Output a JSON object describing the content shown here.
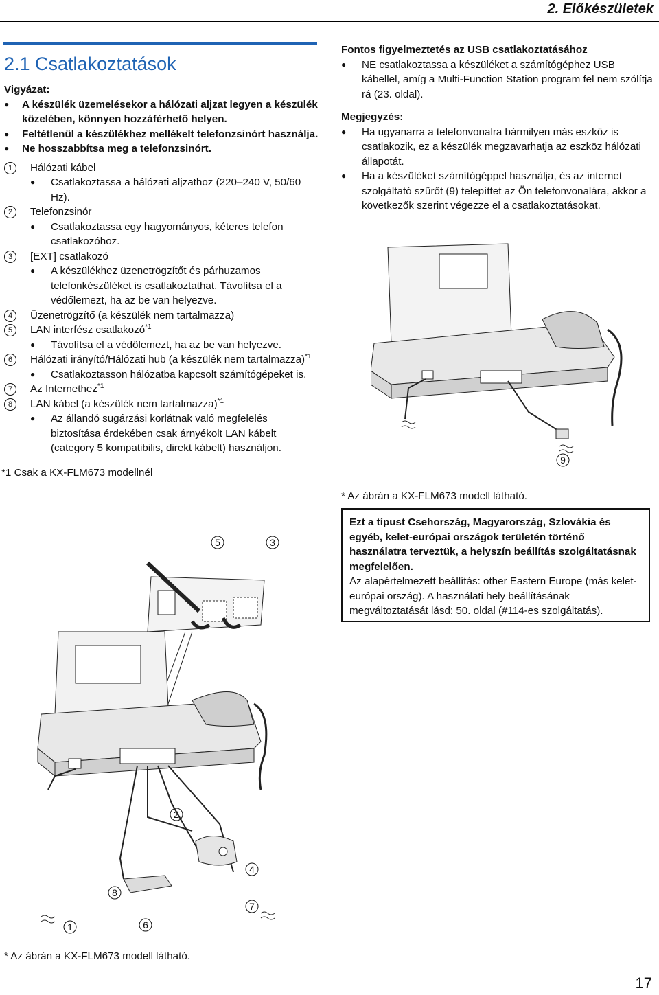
{
  "header": {
    "section": "2. Előkészületek"
  },
  "left": {
    "title": "2.1 Csatlakoztatások",
    "caution_label": "Vigyázat:",
    "caution_items": [
      "A készülék üzemelésekor a hálózati aljzat legyen a készülék közelében, könnyen hozzáférhető helyen.",
      "Feltétlenül a készülékhez mellékelt telefonzsinórt használja.",
      "Ne hosszabbítsa meg a telefonzsinórt."
    ],
    "items": [
      {
        "num": "1",
        "label": "Hálózati kábel",
        "sub": [
          "Csatlakoztassa a hálózati aljzathoz (220–240 V, 50/60 Hz)."
        ]
      },
      {
        "num": "2",
        "label": "Telefonzsinór",
        "sub": [
          "Csatlakoztassa egy hagyományos, kéteres telefon csatlakozóhoz."
        ]
      },
      {
        "num": "3",
        "label": "[EXT] csatlakozó",
        "sub": [
          "A készülékhez üzenetrögzítőt és párhuzamos telefonkészüléket is csatlakoztathat. Távolítsa el a védőlemezt, ha az be van helyezve."
        ]
      },
      {
        "num": "4",
        "label": "Üzenetrögzítő (a készülék nem tartalmazza)",
        "sub": []
      },
      {
        "num": "5",
        "label": "LAN interfész csatlakozó",
        "sup": "*1",
        "sub": [
          "Távolítsa el a védőlemezt, ha az be van helyezve."
        ]
      },
      {
        "num": "6",
        "label": "Hálózati irányító/Hálózati hub (a készülék nem tartalmazza)",
        "sup": "*1",
        "sub": [
          "Csatlakoztasson hálózatba kapcsolt számítógépeket is."
        ]
      },
      {
        "num": "7",
        "label": "Az Internethez",
        "sup": "*1",
        "sub": []
      },
      {
        "num": "8",
        "label": "LAN kábel (a készülék nem tartalmazza)",
        "sup": "*1",
        "sub": [
          "Az állandó sugárzási korlátnak való megfelelés biztosítása érdekében csak árnyékolt LAN kábelt (category 5 kompatibilis, direkt kábelt) használjon."
        ]
      }
    ],
    "footnote": "*1   Csak a KX-FLM673 modellnél",
    "caption": "* Az ábrán a KX-FLM673 modell látható."
  },
  "right": {
    "usb_title": "Fontos figyelmeztetés az USB csatlakoztatásához",
    "usb_items": [
      "NE csatlakoztassa a készüléket a számítógéphez USB kábellel, amíg a Multi-Function Station program fel nem szólítja rá (23. oldal)."
    ],
    "note_label": "Megjegyzés:",
    "note_items": [
      "Ha ugyanarra a telefonvonalra bármilyen más eszköz is csatlakozik, ez a készülék megzavarhatja az eszköz hálózati állapotát.",
      "Ha a készüléket számítógéppel használja, és az internet szolgáltató szűrőt (9) telepíttet az Ön telefonvonalára, akkor a következők szerint végezze el a csatlakoztatásokat."
    ],
    "caption": "* Az ábrán a KX-FLM673 modell látható.",
    "box": {
      "bold_text": "Ezt a típust Csehország, Magyarország, Szlovákia és egyéb, kelet-európai országok területén történő használatra terveztük, a helyszín beállítás szolgáltatásnak megfelelően.",
      "text": "Az alapértelmezett beállítás: other Eastern Europe (más kelet-európai ország). A használati hely beállításának megváltoztatását lásd: 50. oldal (#114-es szolgáltatás)."
    }
  },
  "callouts": {
    "c1": "1",
    "c2": "2",
    "c3": "3",
    "c4": "4",
    "c5": "5",
    "c6": "6",
    "c7": "7",
    "c8": "8",
    "c9": "9"
  },
  "page_number": "17"
}
